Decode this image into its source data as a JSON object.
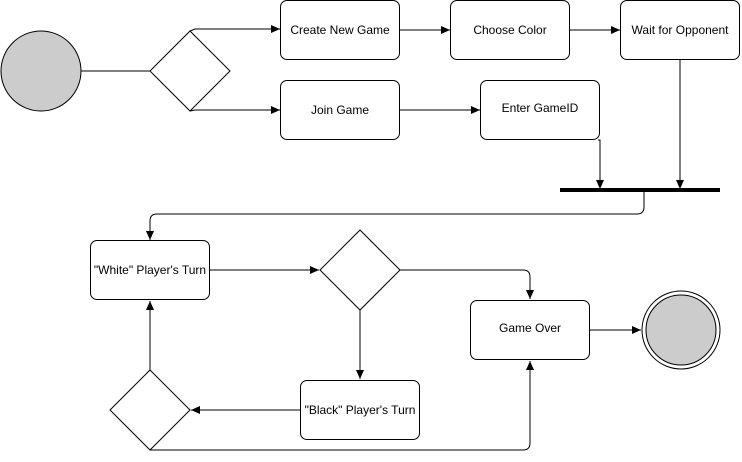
{
  "diagram": {
    "nodes": {
      "create_new_game": "Create New Game",
      "choose_color": "Choose Color",
      "wait_for_opponent": "Wait for Opponent",
      "join_game": "Join Game",
      "enter_game_id": "Enter GameID",
      "white_turn": "\"White\" Player's Turn",
      "black_turn": "\"Black\" Player's Turn",
      "game_over": "Game Over"
    },
    "colors": {
      "stroke": "#000000",
      "terminal_fill": "#cccccc",
      "box_fill": "#ffffff"
    }
  }
}
